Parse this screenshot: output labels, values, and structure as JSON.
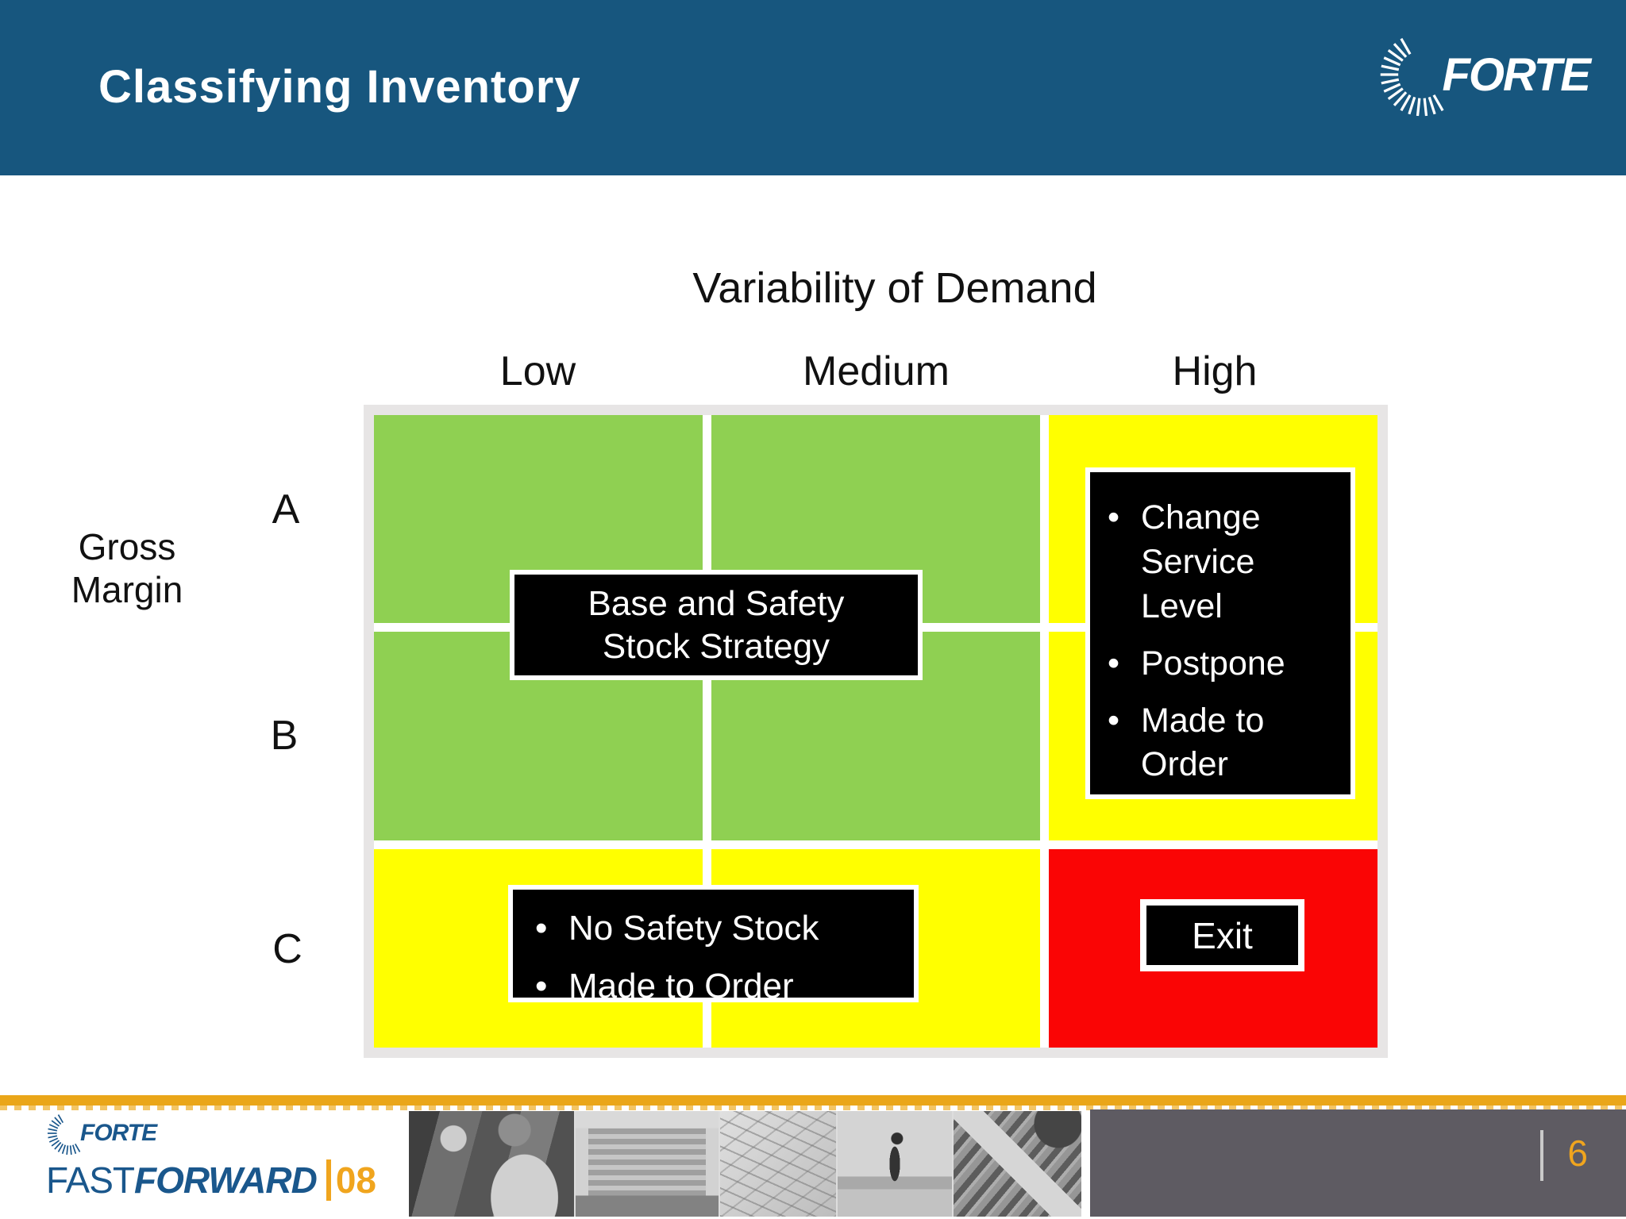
{
  "slide": {
    "title": "Classifying Inventory",
    "page_number": "6"
  },
  "brand": {
    "logo_text": "FORTE",
    "footer_fast": "FAST",
    "footer_forward": "FORWARD",
    "footer_year": "08"
  },
  "matrix": {
    "title": "Variability of Demand",
    "column_axis_labels": [
      "Low",
      "Medium",
      "High"
    ],
    "row_axis_label_lines": [
      "Gross",
      "Margin"
    ],
    "row_labels": [
      "A",
      "B",
      "C"
    ],
    "cells": [
      {
        "row": "A",
        "col": "Low",
        "color": "#8FD052"
      },
      {
        "row": "A",
        "col": "Medium",
        "color": "#8FD052"
      },
      {
        "row": "A",
        "col": "High",
        "color": "#FFFF00"
      },
      {
        "row": "B",
        "col": "Low",
        "color": "#8FD052"
      },
      {
        "row": "B",
        "col": "Medium",
        "color": "#8FD052"
      },
      {
        "row": "B",
        "col": "High",
        "color": "#FFFF00"
      },
      {
        "row": "C",
        "col": "Low",
        "color": "#FFFF00"
      },
      {
        "row": "C",
        "col": "Medium",
        "color": "#FFFF00"
      },
      {
        "row": "C",
        "col": "High",
        "color": "#FA0505"
      }
    ],
    "overlays": {
      "green_strategy": {
        "lines": [
          "Base and Safety",
          "Stock Strategy"
        ]
      },
      "high_variability_strategy": {
        "bullets": [
          "Change Service Level",
          "Postpone",
          "Made to Order"
        ]
      },
      "c_row_strategy": {
        "bullets": [
          "No Safety Stock",
          "Made to Order"
        ]
      },
      "exit": {
        "label": "Exit"
      }
    }
  },
  "footer": {
    "photos": [
      "meeting-photo",
      "hotel-photo",
      "blueprint-photo",
      "golfer-photo",
      "conveyor-photo"
    ]
  },
  "colors": {
    "header_bg": "#17567E",
    "green": "#8FD052",
    "yellow": "#FFFF00",
    "red": "#FA0505",
    "accent_orange": "#EAA619",
    "gold": "#F0A51E",
    "footer_gray": "#5E5B62",
    "brand_blue": "#1A578C",
    "grid_frame_gray": "#E7E5E5"
  }
}
